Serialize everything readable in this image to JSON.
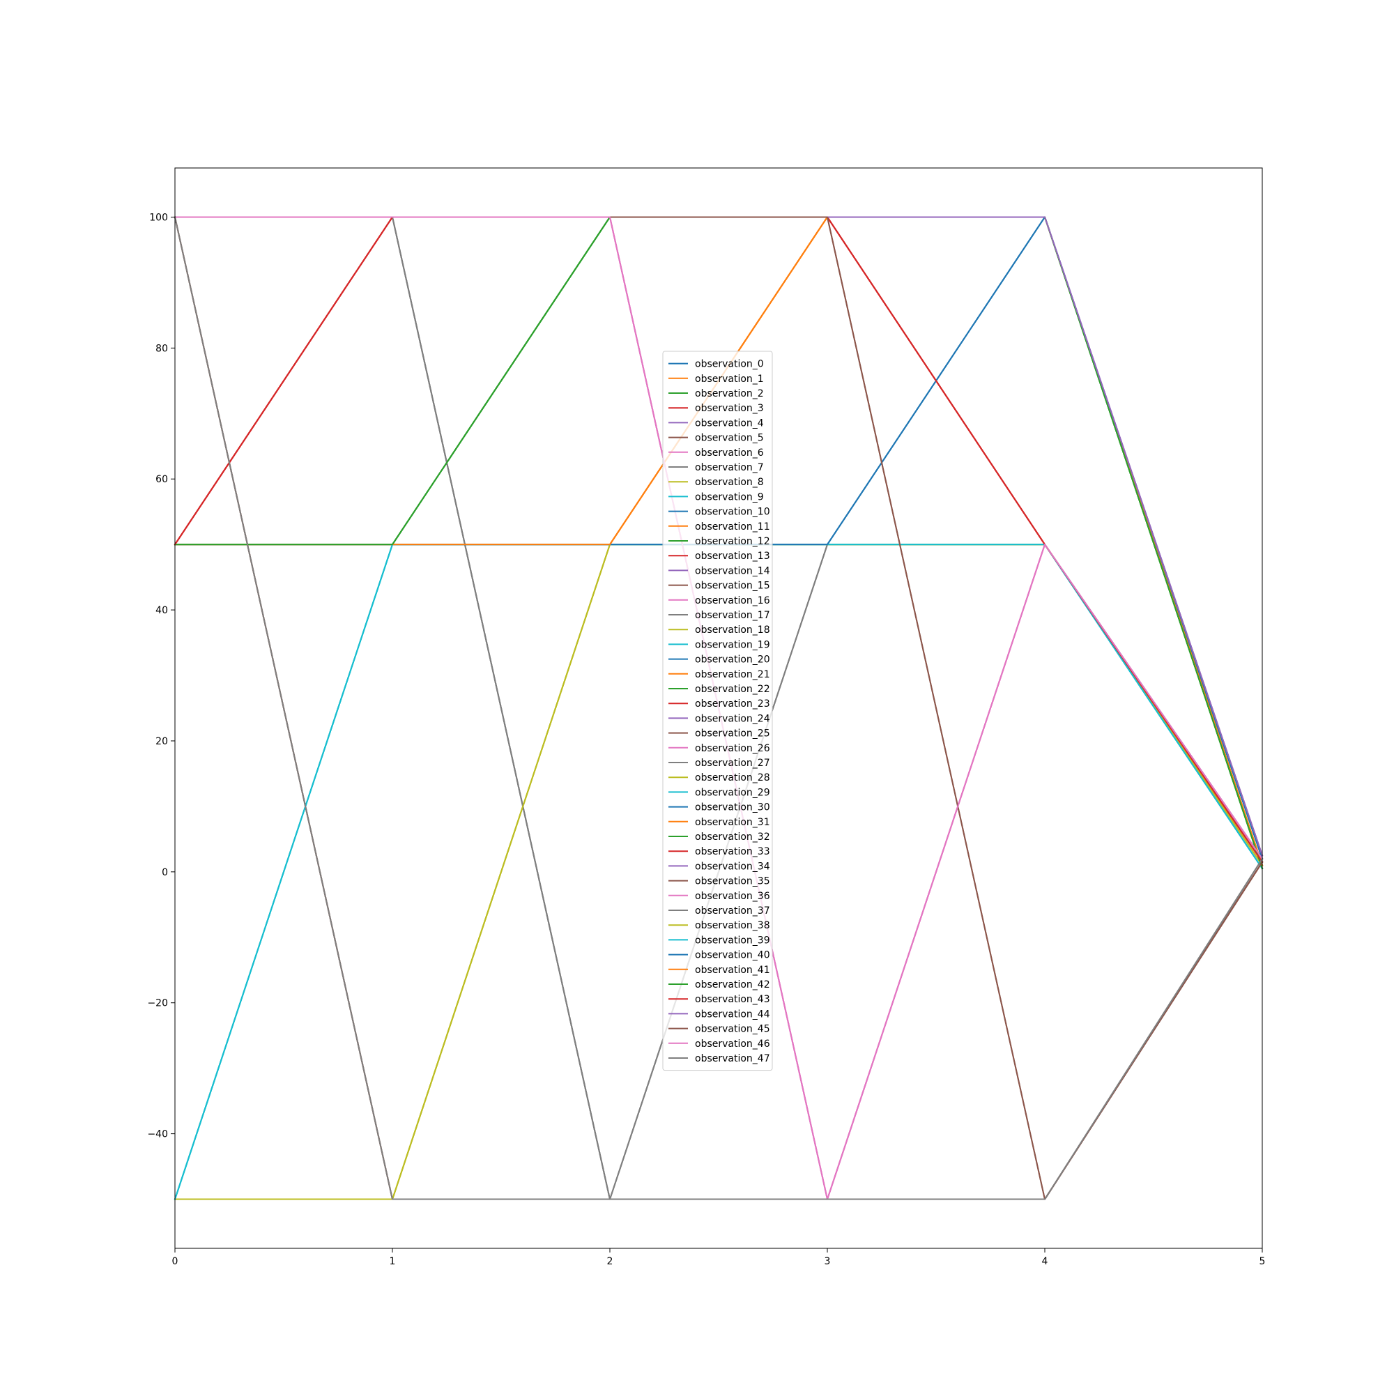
{
  "chart_data": {
    "type": "line",
    "title": "",
    "xlabel": "",
    "ylabel": "",
    "xlim": [
      0,
      5
    ],
    "ylim": [
      -57.5,
      107.5
    ],
    "x": [
      0,
      1,
      2,
      3,
      4,
      5
    ],
    "x_ticks": [
      0,
      1,
      2,
      3,
      4,
      5
    ],
    "y_ticks": [
      -40,
      -20,
      0,
      20,
      40,
      60,
      80,
      100
    ],
    "grid": false,
    "legend_position": "center",
    "series": [
      {
        "name": "observation_0",
        "values": [
          100,
          100,
          100,
          100,
          100,
          2
        ],
        "color": "#1f77b4"
      },
      {
        "name": "observation_1",
        "values": [
          50,
          50,
          50,
          100,
          100,
          1
        ],
        "color": "#ff7f0e"
      },
      {
        "name": "observation_2",
        "values": [
          50,
          50,
          100,
          100,
          100,
          0.5
        ],
        "color": "#2ca02c"
      },
      {
        "name": "observation_3",
        "values": [
          50,
          100,
          100,
          100,
          50,
          1.5
        ],
        "color": "#d62728"
      },
      {
        "name": "observation_4",
        "values": [
          100,
          100,
          100,
          100,
          100,
          2.5
        ],
        "color": "#9467bd"
      },
      {
        "name": "observation_5",
        "values": [
          100,
          -50,
          -50,
          -50,
          -50,
          1.5
        ],
        "color": "#8c564b"
      },
      {
        "name": "observation_6",
        "values": [
          100,
          100,
          100,
          -50,
          50,
          2
        ],
        "color": "#e377c2"
      },
      {
        "name": "observation_7",
        "values": [
          100,
          100,
          -50,
          50,
          50,
          2
        ],
        "color": "#7f7f7f"
      },
      {
        "name": "observation_8",
        "values": [
          -50,
          -50,
          50,
          50,
          50,
          1
        ],
        "color": "#bcbd22"
      },
      {
        "name": "observation_9",
        "values": [
          -50,
          50,
          50,
          50,
          50,
          0.5
        ],
        "color": "#17becf"
      },
      {
        "name": "observation_10",
        "values": [
          100,
          100,
          100,
          100,
          100,
          2
        ],
        "color": "#1f77b4"
      },
      {
        "name": "observation_11",
        "values": [
          50,
          50,
          50,
          100,
          100,
          1
        ],
        "color": "#ff7f0e"
      },
      {
        "name": "observation_12",
        "values": [
          50,
          50,
          100,
          100,
          100,
          0.5
        ],
        "color": "#2ca02c"
      },
      {
        "name": "observation_13",
        "values": [
          50,
          100,
          100,
          100,
          50,
          1.5
        ],
        "color": "#d62728"
      },
      {
        "name": "observation_14",
        "values": [
          100,
          100,
          100,
          100,
          100,
          2.5
        ],
        "color": "#9467bd"
      },
      {
        "name": "observation_15",
        "values": [
          100,
          -50,
          -50,
          -50,
          -50,
          1.5
        ],
        "color": "#8c564b"
      },
      {
        "name": "observation_16",
        "values": [
          100,
          100,
          100,
          -50,
          50,
          2
        ],
        "color": "#e377c2"
      },
      {
        "name": "observation_17",
        "values": [
          100,
          100,
          -50,
          50,
          50,
          2
        ],
        "color": "#7f7f7f"
      },
      {
        "name": "observation_18",
        "values": [
          -50,
          -50,
          50,
          50,
          50,
          1
        ],
        "color": "#bcbd22"
      },
      {
        "name": "observation_19",
        "values": [
          -50,
          50,
          50,
          50,
          50,
          0.5
        ],
        "color": "#17becf"
      },
      {
        "name": "observation_20",
        "values": [
          50,
          50,
          50,
          50,
          100,
          2
        ],
        "color": "#1f77b4"
      },
      {
        "name": "observation_21",
        "values": [
          50,
          50,
          50,
          100,
          100,
          1
        ],
        "color": "#ff7f0e"
      },
      {
        "name": "observation_22",
        "values": [
          50,
          50,
          100,
          100,
          100,
          0.5
        ],
        "color": "#2ca02c"
      },
      {
        "name": "observation_23",
        "values": [
          50,
          100,
          100,
          100,
          50,
          1.5
        ],
        "color": "#d62728"
      },
      {
        "name": "observation_24",
        "values": [
          100,
          100,
          100,
          100,
          100,
          2.5
        ],
        "color": "#9467bd"
      },
      {
        "name": "observation_25",
        "values": [
          100,
          -50,
          -50,
          -50,
          -50,
          1.5
        ],
        "color": "#8c564b"
      },
      {
        "name": "observation_26",
        "values": [
          100,
          100,
          100,
          -50,
          50,
          2
        ],
        "color": "#e377c2"
      },
      {
        "name": "observation_27",
        "values": [
          100,
          100,
          -50,
          50,
          50,
          2
        ],
        "color": "#7f7f7f"
      },
      {
        "name": "observation_28",
        "values": [
          -50,
          -50,
          50,
          50,
          50,
          1
        ],
        "color": "#bcbd22"
      },
      {
        "name": "observation_29",
        "values": [
          -50,
          50,
          50,
          50,
          50,
          0.5
        ],
        "color": "#17becf"
      },
      {
        "name": "observation_30",
        "values": [
          50,
          50,
          50,
          50,
          100,
          2
        ],
        "color": "#1f77b4"
      },
      {
        "name": "observation_31",
        "values": [
          50,
          50,
          50,
          100,
          100,
          1
        ],
        "color": "#ff7f0e"
      },
      {
        "name": "observation_32",
        "values": [
          50,
          50,
          100,
          100,
          100,
          0.5
        ],
        "color": "#2ca02c"
      },
      {
        "name": "observation_33",
        "values": [
          50,
          100,
          100,
          100,
          50,
          1.5
        ],
        "color": "#d62728"
      },
      {
        "name": "observation_34",
        "values": [
          100,
          100,
          100,
          100,
          100,
          2.5
        ],
        "color": "#9467bd"
      },
      {
        "name": "observation_35",
        "values": [
          100,
          100,
          100,
          100,
          -50,
          1.5
        ],
        "color": "#8c564b"
      },
      {
        "name": "observation_36",
        "values": [
          100,
          100,
          100,
          -50,
          50,
          2
        ],
        "color": "#e377c2"
      },
      {
        "name": "observation_37",
        "values": [
          100,
          100,
          -50,
          -50,
          -50,
          2
        ],
        "color": "#7f7f7f"
      },
      {
        "name": "observation_38",
        "values": [
          -50,
          -50,
          50,
          50,
          50,
          1
        ],
        "color": "#bcbd22"
      },
      {
        "name": "observation_39",
        "values": [
          -50,
          50,
          50,
          50,
          50,
          0.5
        ],
        "color": "#17becf"
      },
      {
        "name": "observation_40",
        "values": [
          50,
          50,
          50,
          50,
          100,
          2
        ],
        "color": "#1f77b4"
      },
      {
        "name": "observation_41",
        "values": [
          50,
          50,
          50,
          100,
          100,
          1
        ],
        "color": "#ff7f0e"
      },
      {
        "name": "observation_42",
        "values": [
          50,
          50,
          100,
          100,
          100,
          0.5
        ],
        "color": "#2ca02c"
      },
      {
        "name": "observation_43",
        "values": [
          50,
          100,
          100,
          100,
          50,
          1.5
        ],
        "color": "#d62728"
      },
      {
        "name": "observation_44",
        "values": [
          100,
          100,
          100,
          100,
          100,
          2.5
        ],
        "color": "#9467bd"
      },
      {
        "name": "observation_45",
        "values": [
          100,
          100,
          100,
          100,
          -50,
          1.5
        ],
        "color": "#8c564b"
      },
      {
        "name": "observation_46",
        "values": [
          100,
          100,
          100,
          -50,
          50,
          2
        ],
        "color": "#e377c2"
      },
      {
        "name": "observation_47",
        "values": [
          100,
          -50,
          -50,
          -50,
          -50,
          2
        ],
        "color": "#7f7f7f"
      }
    ]
  }
}
